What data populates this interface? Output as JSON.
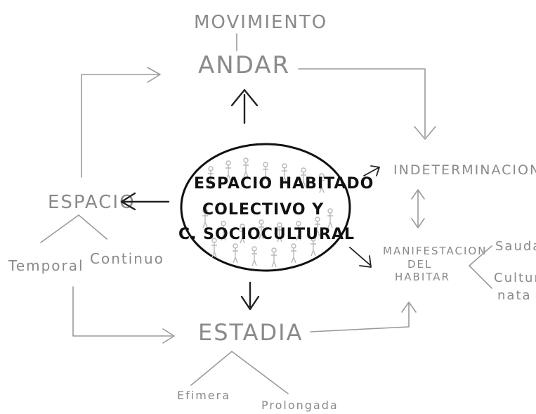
{
  "diagram": {
    "center": {
      "line1": "ESPACIO HABITADO",
      "line2": "COLECTIVO Y",
      "line3": "C. SOCIOCULTURAL"
    },
    "top": {
      "movimiento": "MOVIMIENTO",
      "andar": "ANDAR"
    },
    "left": {
      "espacio": "ESPACIO",
      "temporal": "Temporal",
      "continuo": "Continuo"
    },
    "right": {
      "indeterminacion": "INDETERMINACION",
      "manifestacion_1": "MANIFESTACION",
      "manifestacion_2": "DEL",
      "manifestacion_3": "HABITAR",
      "branch_1": "Saudad",
      "branch_2a": "Cultura",
      "branch_2b": "nata"
    },
    "bottom": {
      "estadia": "ESTADIA",
      "efimera": "Efimera",
      "prolongada": "Prolongada"
    }
  }
}
